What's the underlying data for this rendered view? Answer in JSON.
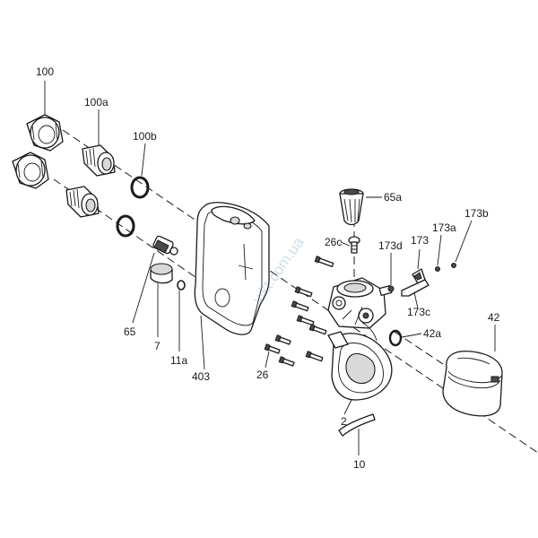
{
  "diagram": {
    "watermark": "vikt.com.ua",
    "callouts": {
      "c100": "100",
      "c100a": "100a",
      "c100b": "100b",
      "c65a": "65a",
      "c26c": "26c",
      "c173d": "173d",
      "c173": "173",
      "c173a": "173a",
      "c173b": "173b",
      "c173c": "173c",
      "c65": "65",
      "c7": "7",
      "c11a": "11a",
      "c403": "403",
      "c42": "42",
      "c42a": "42a",
      "c26": "26",
      "c2": "2",
      "c10": "10"
    }
  }
}
